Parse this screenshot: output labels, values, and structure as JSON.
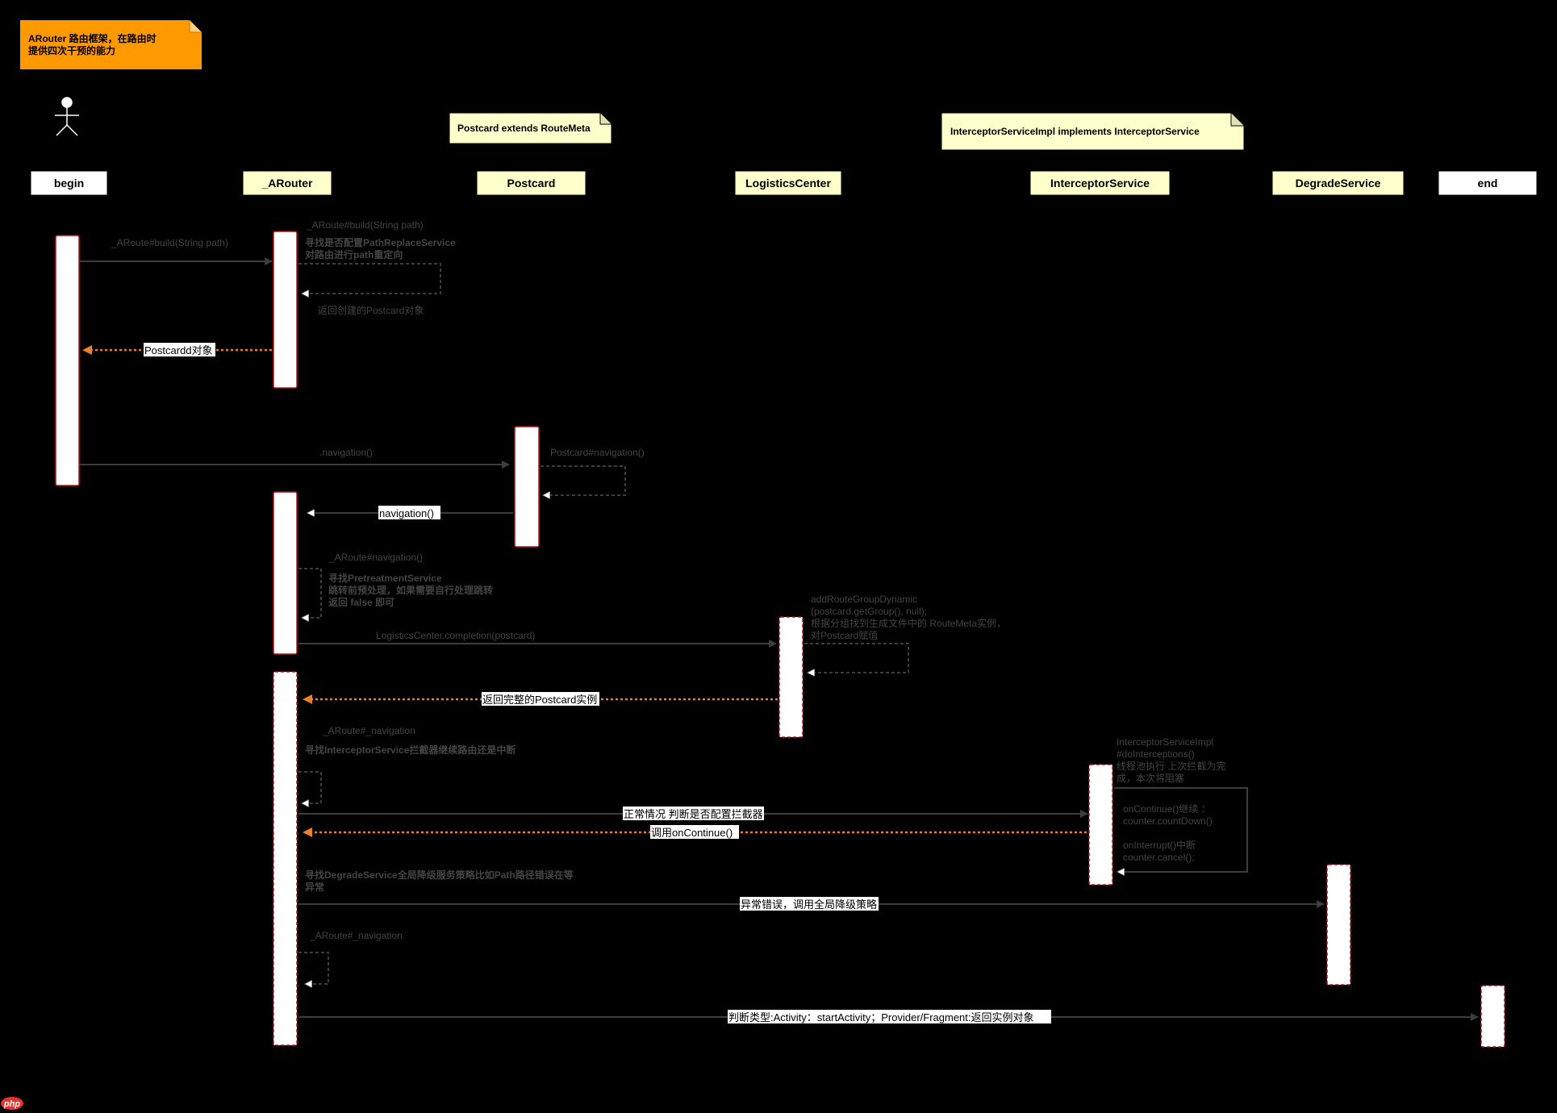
{
  "title_note": {
    "line1": "ARouter 路由框架，在路由时",
    "line2": "提供四次干预的能力",
    "color": "#ff9900"
  },
  "notes": {
    "postcard": "Postcard extends RouteMeta",
    "interceptor_impl": "InterceptorServiceImpl implements InterceptorService"
  },
  "participants": [
    "begin",
    "_ARouter",
    "Postcard",
    "LogisticsCenter",
    "InterceptorService",
    "DegradeService",
    "end"
  ],
  "messages": {
    "build_call": "_ARoute#build(String path)",
    "build_self_title": "_ARoute#build(String path)",
    "build_self_line1": "寻找是否配置PathReplaceService",
    "build_self_line2": "对路由进行path重定向",
    "return_created": "返回创建的Postcard对象",
    "postcard_return": "Postcardd对象",
    "navigation_call": ".navigation()",
    "postcard_nav_self": "Postcard#navigation()",
    "navigation_back": "navigation()",
    "arouter_nav_title": "_ARoute#navigation()",
    "pretreat_line1": "寻找PretreatmentService",
    "pretreat_line2": "跳转前预处理，如果需要自行处理跳转",
    "pretreat_line3": "返回 false 即可",
    "logistics_call": "LogisticsCenter.completion(postcard)",
    "add_group_line1": "addRouteGroupDynamic",
    "add_group_line2": "(postcard.getGroup(), null);",
    "add_group_line3": "根据分组找到生成文件中的 RouteMeta实例，",
    "add_group_line4": "对Postcard赋值",
    "return_full_postcard": "返回完整的Postcard实例",
    "arouter_underscore_nav": "_ARoute#_navigation",
    "find_interceptor": "寻找InterceptorService拦截器继续路由还是中断",
    "impl_line1": "InterceptorServiceImpl",
    "impl_line2": "#doInterceptions()",
    "impl_line3": "线程池执行 上次拦截为完",
    "impl_line4": "成，本次将阻塞",
    "on_continue_line1": "onContinue()继续 ：",
    "on_continue_line2": "counter.countDown()",
    "on_interrupt_line1": "onInterrupt()中断",
    "on_interrupt_line2": "counter.cancel();",
    "normal_check": "正常情况 判断是否配置拦截器",
    "call_on_continue": "调用onContinue()",
    "degrade_line1": "寻找DegradeService全局降级服务策略比如Path路径错误在等",
    "degrade_line2": "异常",
    "abnormal_degrade": "异常错误，调用全局降级策略",
    "arouter_underscore_nav2": "_ARoute#_navigation",
    "final_judge": "判断类型:Activity：startActivity；Provider/Fragment:返回实例对象"
  },
  "colors": {
    "return_arrow": "#e8812b",
    "activation_border": "#b31212",
    "note_yellow": "#ffffcc"
  },
  "watermark": "php"
}
